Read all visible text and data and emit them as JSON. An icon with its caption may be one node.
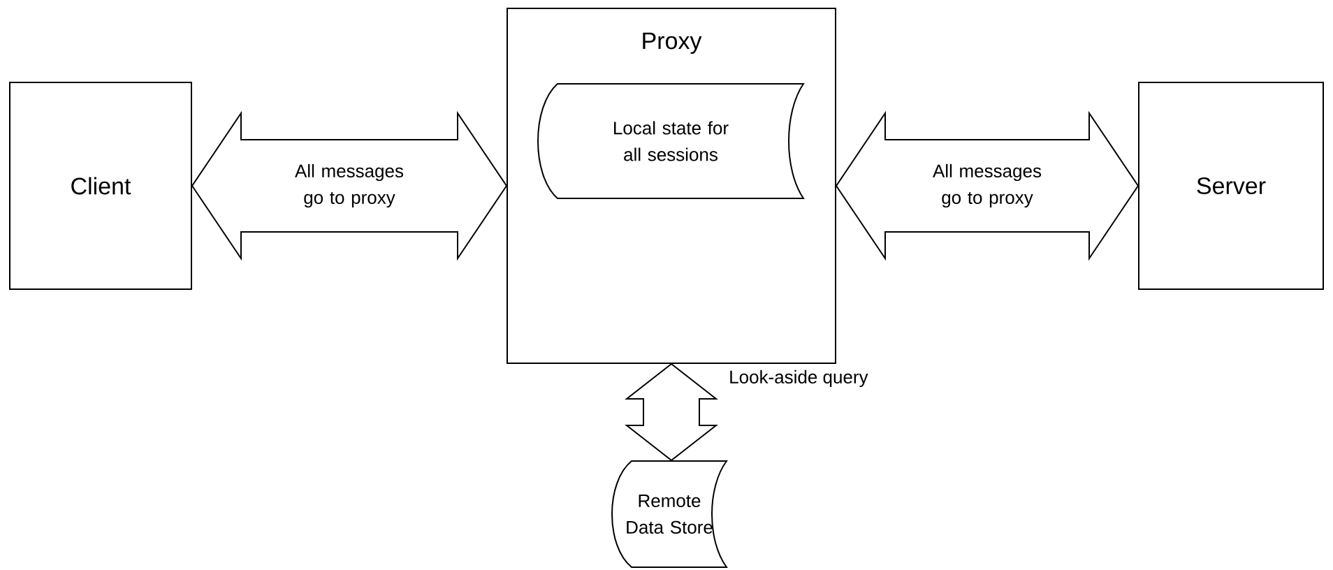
{
  "diagram": {
    "nodes": [
      {
        "text": [
          "Client"
        ]
      },
      {
        "text": [
          "Proxy"
        ]
      },
      {
        "text": [
          "Local state for all sessions"
        ],
        "in": 1
      },
      {
        "text": [
          "Server"
        ]
      },
      {
        "text": [
          "Remote Data Store"
        ]
      }
    ],
    "edges": [
      {
        "from": 0,
        "to": 1,
        "arrow": "both",
        "label": "All messages go to proxy"
      },
      {
        "from": 1,
        "to": 3,
        "arrow": "both",
        "label": "All messages go to proxy"
      },
      {
        "from": 1,
        "to": 4,
        "arrow": "both",
        "label": "Look-aside query"
      }
    ]
  }
}
